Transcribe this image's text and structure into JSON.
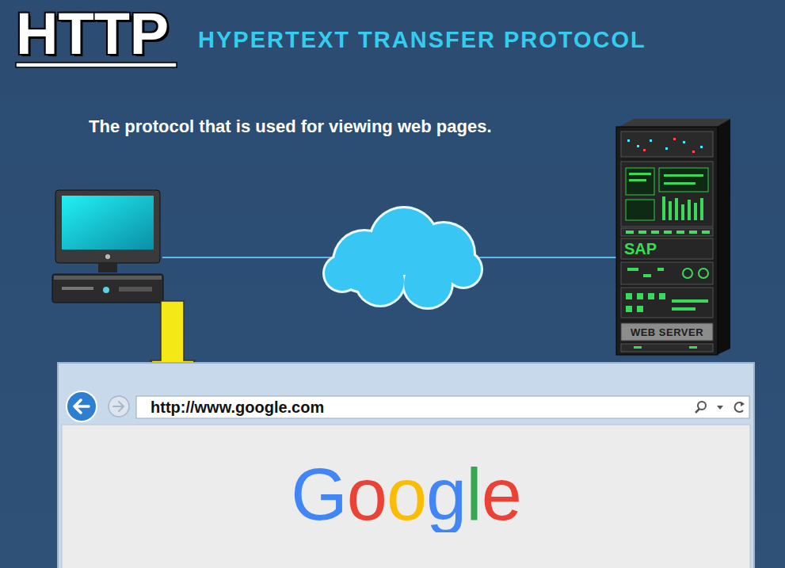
{
  "diagram": {
    "title": "HTTP",
    "nodes": [
      {
        "text": [
          "SAP",
          "WEB SERVER"
        ]
      },
      {
        "text": [
          "Google"
        ]
      },
      {
        "text": [
          "http://www.google.com"
        ],
        "in": 1
      }
    ],
    "labels": [
      "HYPERTEXT TRANSFER PROTOCOL",
      "The protocol that is used for viewing web pages."
    ]
  }
}
